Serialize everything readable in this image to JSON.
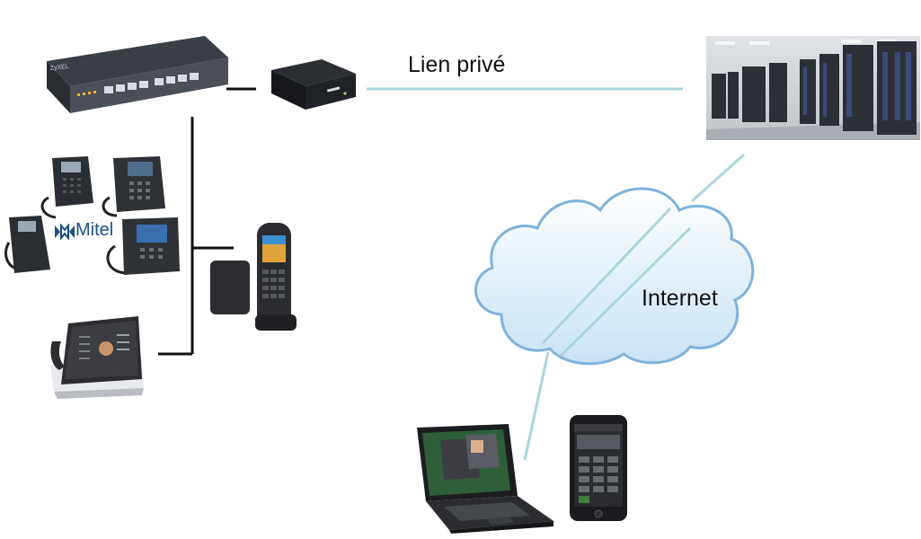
{
  "labels": {
    "private_link": "Lien privé",
    "internet": "Internet",
    "mitel_brand": "Mitel",
    "zyxel_brand": "ZyXEL"
  },
  "colors": {
    "link_line": "#a9d6dc",
    "wired_line": "#111111",
    "cloud_fill_top": "#ffffff",
    "cloud_fill_bottom": "#c9e2f4",
    "cloud_stroke": "#7fb2dd",
    "mitel_blue": "#1b4f8a"
  },
  "icons": {
    "switch": "network-switch-icon",
    "router": "router-icon",
    "datacenter": "datacenter-servers-icon",
    "desk_phones": "ip-desk-phone-icon",
    "dect_phone": "dect-cordless-phone-icon",
    "tablet_phone": "tablet-phone-icon",
    "cloud": "cloud-icon",
    "laptop": "laptop-icon",
    "smartphone": "smartphone-icon"
  }
}
